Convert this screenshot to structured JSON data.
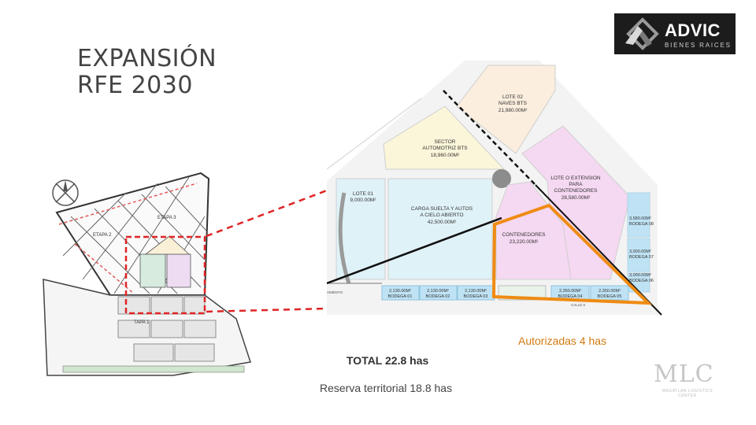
{
  "title": {
    "line1": "EXPANSIÓN",
    "line2": "RFE 2030"
  },
  "logo": {
    "name": "ADVIC",
    "tagline": "BIENES RAICES"
  },
  "plan": {
    "lots": [
      {
        "id": "lote02",
        "name": "LOTE 02",
        "line2": "NAVES BTS",
        "area": "21,980.00M²"
      },
      {
        "id": "sector",
        "name": "SECTOR",
        "line2": "AUTOMOTRIZ BTS",
        "area": "18,960.00M²"
      },
      {
        "id": "lote01",
        "name": "LOTE 01",
        "area": "9,000.00M²"
      },
      {
        "id": "carga",
        "name": "CARGA SUELTA Y AUTOS",
        "line2": "A CIELO ABIERTO",
        "area": "42,500.00M²"
      },
      {
        "id": "extension",
        "name": "LOTE O EXTENSION",
        "line2": "PARA",
        "line3": "CONTENEDORES",
        "area": "28,580.00M²"
      },
      {
        "id": "contenedores",
        "name": "CONTENEDORES",
        "area": "23,220.00M²"
      }
    ],
    "bodegas": [
      {
        "area": "2,130.00M²",
        "name": "BODEGA 01"
      },
      {
        "area": "2,130.00M²",
        "name": "BODEGA 02"
      },
      {
        "area": "2,130.00M²",
        "name": "BODEGA 03"
      },
      {
        "area": "2,350.00M²",
        "name": "BODEGA 04"
      },
      {
        "area": "2,350.00M²",
        "name": "BODEGA 05"
      }
    ],
    "bodegas_right": [
      {
        "area": "3,580.00M²",
        "name": "BODEGA 08"
      },
      {
        "area": "3,000.00M²",
        "name": "BODEGA 07"
      },
      {
        "area": "3,000.00M²",
        "name": "BODEGA 06"
      }
    ],
    "misc": {
      "road_left": "AMIENTO",
      "road_bottom": "CALLE 6"
    }
  },
  "site": {
    "etapa3": "ETAPA 3",
    "etapa2": "ETAPA 2",
    "etapa1": "TAPA 1"
  },
  "captions": {
    "autorizadas": "Autorizadas 4 has",
    "total": "TOTAL 22.8 has",
    "reserva": "Reserva territorial 18.8 has"
  },
  "watermark": {
    "name": "MLC",
    "tagline": "MAGATLAN LOGISTICS CENTER"
  },
  "colors": {
    "highlight_orange": "#ef8b12",
    "dashed_red": "#e02424",
    "lot_peach": "#fbeede",
    "lot_cream": "#fbf6da",
    "lot_lightblue": "#dff2f7",
    "lot_pink": "#f5d8f2",
    "bodega_blue": "#bfe3f5"
  }
}
